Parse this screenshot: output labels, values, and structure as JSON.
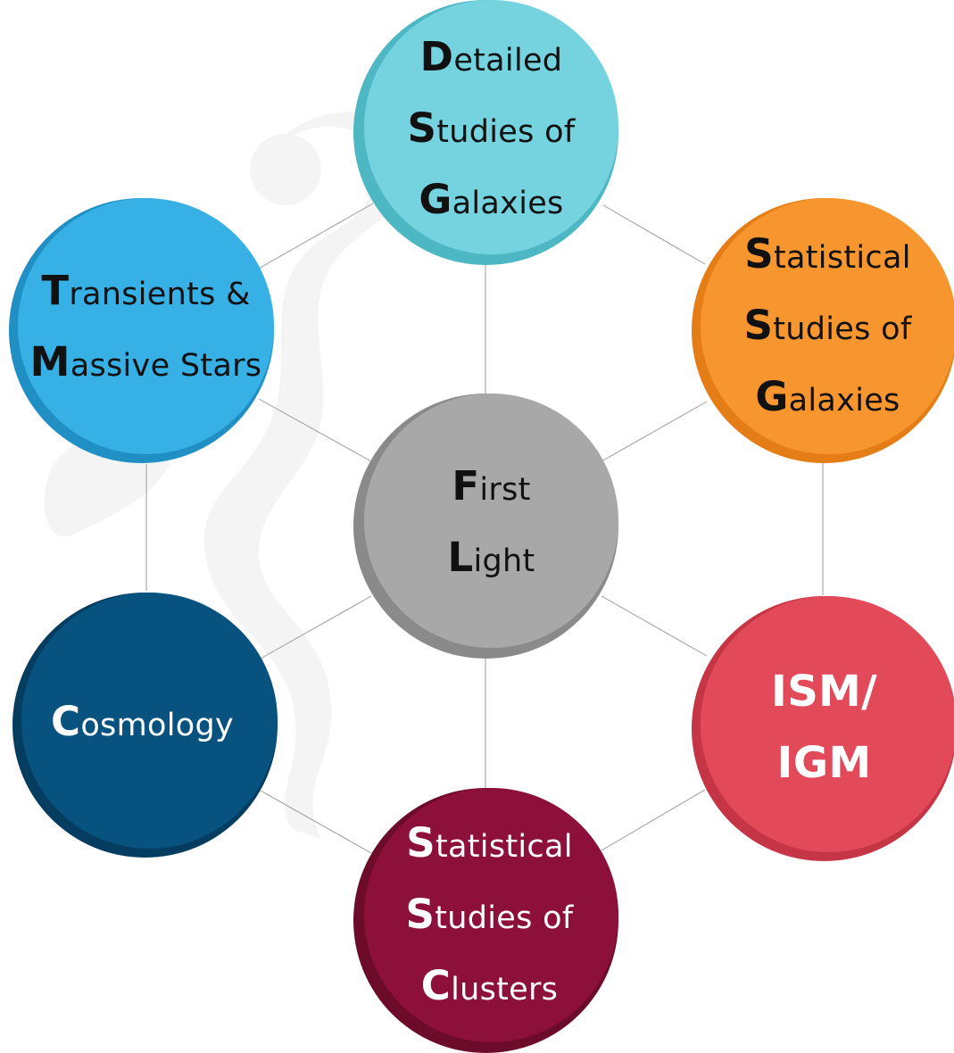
{
  "diagram": {
    "center": {
      "initial_1": "F",
      "rest_1": "irst",
      "initial_2": "L",
      "rest_2": "ight",
      "color": "#a8a8a8",
      "shadow": "#8a8a8a"
    },
    "nodes": {
      "detailed": {
        "initial_1": "D",
        "rest_1": "etailed",
        "initial_2": "S",
        "rest_2": "tudies of",
        "initial_3": "G",
        "rest_3": "alaxies",
        "color": "#74d3df",
        "shadow": "#4db7c4"
      },
      "statistical_galaxies": {
        "initial_1": "S",
        "rest_1": "tatistical",
        "initial_2": "S",
        "rest_2": "tudies of",
        "initial_3": "G",
        "rest_3": "alaxies",
        "color": "#f7962f",
        "shadow": "#e57d16"
      },
      "ism": {
        "line_1": "ISM/",
        "line_2": "IGM",
        "color": "#e24a59",
        "shadow": "#c53545"
      },
      "statistical_clusters": {
        "initial_1": "S",
        "rest_1": "tatistical",
        "initial_2": "S",
        "rest_2": "tudies of",
        "initial_3": "C",
        "rest_3": "lusters",
        "color": "#8c1039",
        "shadow": "#6d0b2b"
      },
      "cosmology": {
        "initial_1": "C",
        "rest_1": "osmology",
        "color": "#07527f",
        "shadow": "#053d61"
      },
      "transients": {
        "initial_1": "T",
        "rest_1": "ransients &",
        "initial_2": "M",
        "rest_2": "assive Stars",
        "color": "#36b0e5",
        "shadow": "#1f8fc4"
      }
    },
    "connector_color": "#9a9a9a"
  }
}
